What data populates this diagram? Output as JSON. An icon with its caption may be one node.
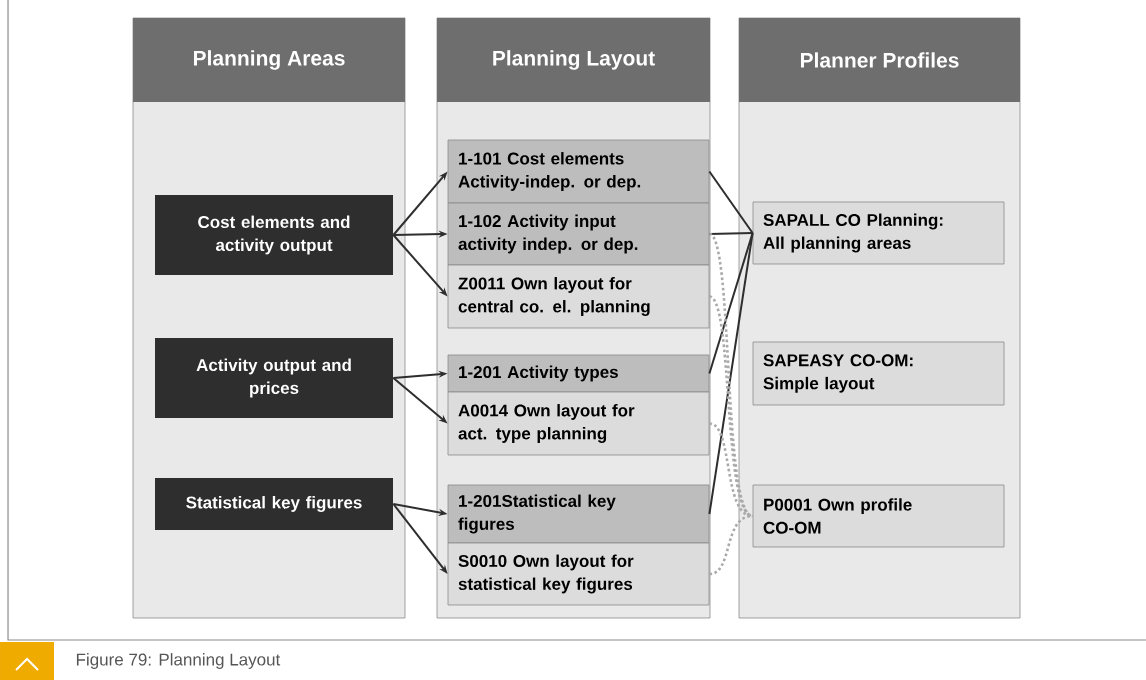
{
  "diagram": {
    "caption": "Figure 79: Planning Layout",
    "nodes": [
      {
        "text": [
          "Planning Areas"
        ]
      },
      {
        "text": [
          "Planning Layout"
        ]
      },
      {
        "text": [
          "Planner Profiles"
        ]
      },
      {
        "text": [
          "Cost elements and activity output"
        ],
        "in": 0
      },
      {
        "text": [
          "Activity output and prices"
        ],
        "in": 0
      },
      {
        "text": [
          "Statistical key figures"
        ],
        "in": 0
      },
      {
        "text": [
          "1-101 Cost elements Activity-indep. or dep."
        ],
        "in": 1
      },
      {
        "text": [
          "1-102    Activity input activity indep. or dep."
        ],
        "in": 1
      },
      {
        "text": [
          "Z0011 Own layout for central co. el. planning"
        ],
        "in": 1
      },
      {
        "text": [
          "1-201  Activity types"
        ],
        "in": 1
      },
      {
        "text": [
          "A0014 Own layout for act. type planning"
        ],
        "in": 1
      },
      {
        "text": [
          "1-201Statistical key figures"
        ],
        "in": 1
      },
      {
        "text": [
          "S0010 Own layout for statistical key figures"
        ],
        "in": 1
      },
      {
        "text": [
          "SAPALL CO Planning: All planning areas"
        ],
        "in": 2
      },
      {
        "text": [
          "SAPEASY CO-OM: Simple layout"
        ],
        "in": 2
      },
      {
        "text": [
          "P0001 Own profile CO-OM"
        ],
        "in": 2
      }
    ],
    "edges": [
      {
        "from": 3,
        "to": 6,
        "arrow": "to"
      },
      {
        "from": 3,
        "to": 7,
        "arrow": "to"
      },
      {
        "from": 3,
        "to": 8,
        "arrow": "to"
      },
      {
        "from": 4,
        "to": 9,
        "arrow": "to"
      },
      {
        "from": 4,
        "to": 10,
        "arrow": "to"
      },
      {
        "from": 5,
        "to": 11,
        "arrow": "to"
      },
      {
        "from": 5,
        "to": 12,
        "arrow": "to"
      },
      {
        "from": 6,
        "to": 13,
        "arrow": "none"
      },
      {
        "from": 7,
        "to": 13,
        "arrow": "none"
      },
      {
        "from": 9,
        "to": 13,
        "arrow": "none"
      },
      {
        "from": 11,
        "to": 13,
        "arrow": "none"
      },
      {
        "from": 7,
        "to": 15,
        "arrow": "none",
        "style": "dashed",
        "color": "#aaaaaa"
      },
      {
        "from": 8,
        "to": 15,
        "arrow": "none",
        "style": "dashed",
        "color": "#aaaaaa"
      },
      {
        "from": 10,
        "to": 15,
        "arrow": "none",
        "style": "dashed",
        "color": "#aaaaaa"
      },
      {
        "from": 12,
        "to": 15,
        "arrow": "none",
        "style": "dashed",
        "color": "#aaaaaa"
      }
    ]
  }
}
